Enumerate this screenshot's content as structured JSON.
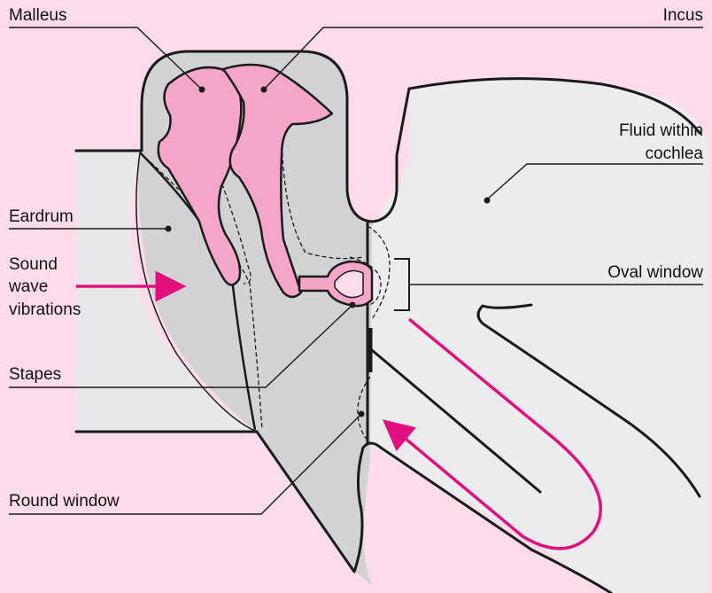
{
  "labels": {
    "malleus": "Malleus",
    "incus": "Incus",
    "fluid_line1": "Fluid within",
    "fluid_line2": "cochlea",
    "eardrum": "Eardrum",
    "sound_line1": "Sound",
    "sound_line2": "wave",
    "sound_line3": "vibrations",
    "oval_window": "Oval window",
    "stapes": "Stapes",
    "round_window": "Round window"
  },
  "colors": {
    "background": "#fcdcea",
    "outer_air": "#e8e8ea",
    "middle_ear": "#d2d2d4",
    "cochlea_fluid": "#ececee",
    "ossicles": "#f4a6c8",
    "arrow": "#e0117e",
    "ink": "#1a1a1a"
  }
}
